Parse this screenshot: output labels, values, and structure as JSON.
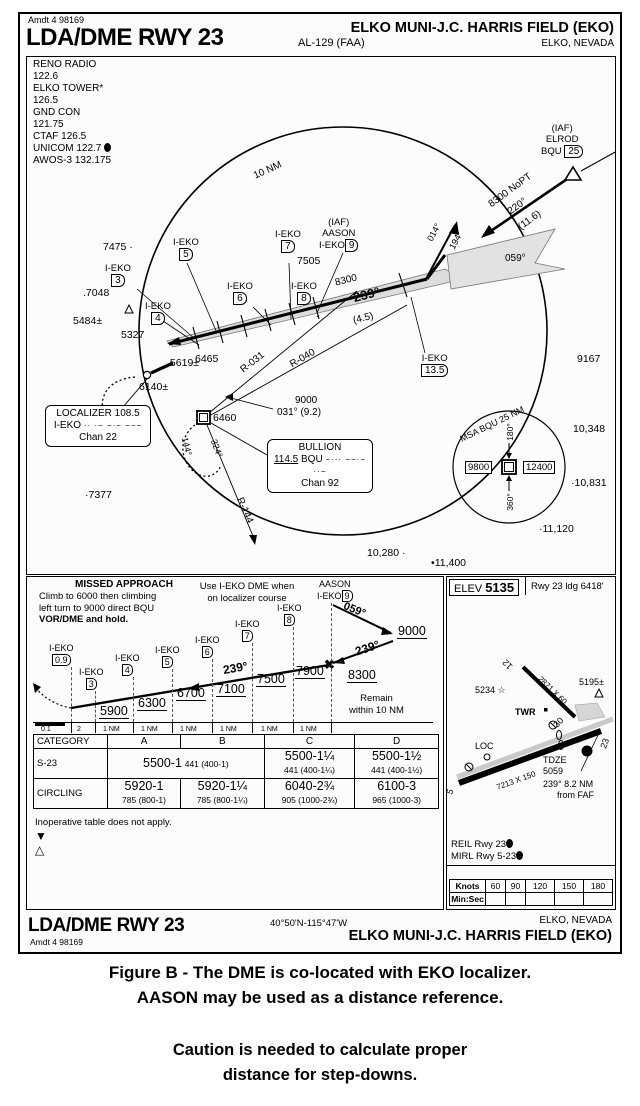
{
  "header": {
    "amdt": "Amdt 4  98169",
    "procedure": "LDA/DME RWY 23",
    "al_number": "AL-129 (FAA)",
    "airport": "ELKO MUNI-J.C. HARRIS FIELD (EKO)",
    "city": "ELKO, NEVADA"
  },
  "communications": [
    "RENO RADIO",
    "122.6",
    "ELKO TOWER*",
    "126.5",
    "GND CON",
    "121.75",
    "CTAF 126.5",
    "UNICOM 122.7",
    "AWOS-3 132.175"
  ],
  "planview": {
    "ring_label": "10 NM",
    "localizer_box": {
      "line1": "LOCALIZER 108.5",
      "line2": "I-EKO",
      "line3": "Chan 22"
    },
    "vor_box": {
      "name": "BULLION",
      "freq": "114.5",
      "ident": "BQU",
      "chan": "Chan 92"
    },
    "iaf_elrod": {
      "tag": "(IAF)",
      "name": "ELROD",
      "fix": "BQU",
      "dme": "25"
    },
    "iaf_aason": {
      "tag": "(IAF)",
      "name": "AASON",
      "fix": "I-EKO",
      "dme": "9"
    },
    "elrod_route": {
      "alt": "8300 NoPT",
      "course": "220°",
      "dist": "(11.6)"
    },
    "outbound_059": "059°",
    "inbound_course": "239°",
    "inbound_alt": "8300",
    "inbound_dist": "(4.5)",
    "course_014": "014°",
    "course_194": "194°",
    "radial_031": "R-031",
    "radial_040": "R-040",
    "radial_144": "R-144",
    "holding_alt": "9000",
    "holding_course": "031° (9.2)",
    "loc_course_144": "144°",
    "loc_course_324": "324°",
    "dme_fixes": [
      {
        "label": "I-EKO",
        "num": "3"
      },
      {
        "label": "I-EKO",
        "num": "4"
      },
      {
        "label": "I-EKO",
        "num": "5"
      },
      {
        "label": "I-EKO",
        "num": "6"
      },
      {
        "label": "I-EKO",
        "num": "7"
      },
      {
        "label": "I-EKO",
        "num": "8"
      },
      {
        "label": "I-EKO",
        "num": "13.5"
      }
    ],
    "spot_elevations": [
      "7475",
      "7048",
      "5484±",
      "5327",
      "5619±",
      "6140±",
      "6465",
      "6460",
      "7505",
      "7377",
      "9167",
      "10,348",
      "10,831",
      "11,120",
      "10,280",
      "11,400"
    ],
    "msa": {
      "title": "MSA BQU 25 NM",
      "west": "9800",
      "east": "12400",
      "bearing_top": "180°",
      "bearing_bottom": "360°"
    }
  },
  "profile": {
    "missed_title": "MISSED APPROACH",
    "missed_text_1": "Climb to 6000 then climbing",
    "missed_text_2": "left turn to 9000 direct BQU",
    "missed_text_3": "VOR/DME and hold.",
    "use_dme_1": "Use I-EKO DME when",
    "use_dme_2": "on localizer course",
    "aason_label": "AASON",
    "aason_fix": "I-EKO",
    "aason_num": "9",
    "course_059": "059°",
    "course_239_top": "239°",
    "course_239_mid": "239°",
    "remain_1": "Remain",
    "remain_2": "within 10 NM",
    "fixes": [
      {
        "label": "I-EKO",
        "num": "0.9"
      },
      {
        "label": "I-EKO",
        "num": "3"
      },
      {
        "label": "I-EKO",
        "num": "4"
      },
      {
        "label": "I-EKO",
        "num": "5"
      },
      {
        "label": "I-EKO",
        "num": "6"
      },
      {
        "label": "I-EKO",
        "num": "7"
      },
      {
        "label": "I-EKO",
        "num": "8"
      }
    ],
    "altitudes": [
      "5900",
      "6300",
      "6700",
      "7100",
      "7500",
      "7900",
      "8300",
      "9000"
    ],
    "scale_labels": [
      "0.1",
      "2",
      "1 NM",
      "1 NM",
      "1 NM",
      "1 NM",
      "1 NM",
      "1 NM"
    ],
    "inop_note": "Inoperative table does not apply."
  },
  "minima": {
    "category_header": "CATEGORY",
    "columns": [
      "A",
      "B",
      "C",
      "D"
    ],
    "rows": [
      {
        "name": "S-23",
        "cells": [
          {
            "main": "5500-1",
            "sub": "441 (400-1)",
            "span": 2
          },
          {
            "main": "5500-1¼",
            "sub": "441 (400-1¼)"
          },
          {
            "main": "5500-1½",
            "sub": "441 (400-1½)"
          }
        ]
      },
      {
        "name": "CIRCLING",
        "cells": [
          {
            "main": "5920-1",
            "sub": "785 (800-1)"
          },
          {
            "main": "5920-1¼",
            "sub": "785 (800-1¼)"
          },
          {
            "main": "6040-2¾",
            "sub": "905 (1000-2¾)"
          },
          {
            "main": "6100-3",
            "sub": "965 (1000-3)"
          }
        ]
      }
    ]
  },
  "airport": {
    "elev_label": "ELEV",
    "elev_value": "5135",
    "rwy_ldg": "Rwy 23 ldg 6418'",
    "rwy_main_dim": "7213 X 150",
    "rwy_cross_dim": "2871 X 60",
    "rwy_main_end_a": "5",
    "rwy_main_end_b": "23",
    "rwy_cross_end_a": "12",
    "rwy_cross_end_b": "30",
    "twr": "TWR",
    "loc": "LOC",
    "tdze_label": "TDZE",
    "tdze_value": "5059",
    "faf_line1": "239° 8.2 NM",
    "faf_line2": "from FAF",
    "spot_5234": "5234",
    "spot_5195": "5195±",
    "reil": "REIL Rwy 23",
    "mirl": "MIRL Rwy 5-23",
    "knots_label": "Knots",
    "minsec_label": "Min:Sec",
    "knots_values": [
      "60",
      "90",
      "120",
      "150",
      "180"
    ],
    "minsec_values": [
      "",
      "",
      "",
      "",
      ""
    ]
  },
  "footer": {
    "procedure": "LDA/DME RWY 23",
    "amdt": "Amdt 4  98169",
    "coordinates": "40°50'N-115°47'W",
    "city": "ELKO, NEVADA",
    "airport": "ELKO MUNI-J.C. HARRIS FIELD (EKO)"
  },
  "caption": {
    "fig_label": "Figure B",
    "line1_rest": " - The DME is co-located with EKO localizer.",
    "line2": "AASON may be used as a distance reference.",
    "line3": "Caution is needed to calculate proper",
    "line4": "distance for step-downs."
  }
}
